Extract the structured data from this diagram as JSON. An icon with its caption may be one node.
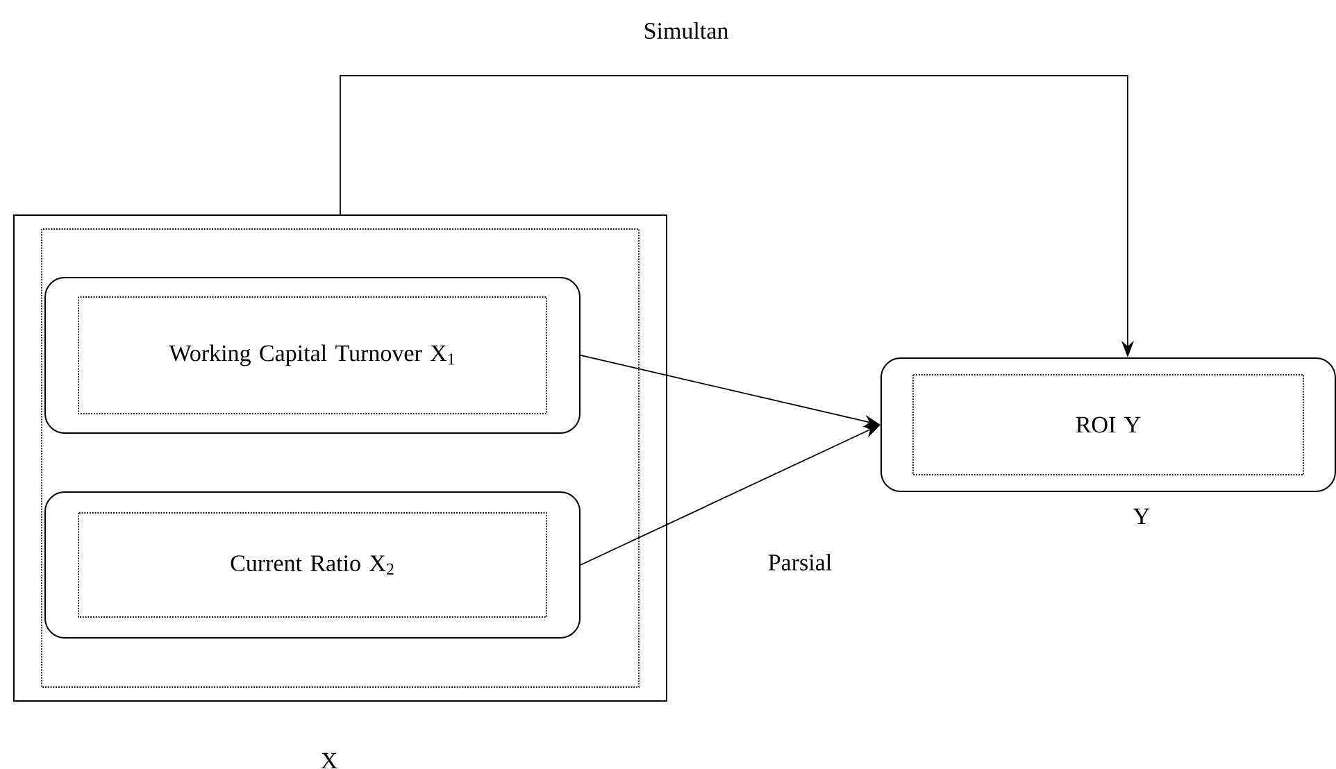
{
  "diagram": {
    "nodes": [
      {
        "text": [
          "X"
        ]
      },
      {
        "text": [
          "Working Capital Turnover X$_{1}$"
        ],
        "in": 0
      },
      {
        "text": [
          "Current Ratio X$_{2}$"
        ],
        "in": 0
      },
      {
        "text": [
          "ROI Y"
        ],
        "beside": [
          "Y"
        ]
      }
    ],
    "edges": [
      {
        "from": 0,
        "to": 3,
        "arrow": "to",
        "label": "Simultan"
      },
      {
        "from": 1,
        "to": 3,
        "arrow": "to"
      },
      {
        "from": 2,
        "to": 3,
        "arrow": "to",
        "label": "Parsial"
      }
    ]
  }
}
